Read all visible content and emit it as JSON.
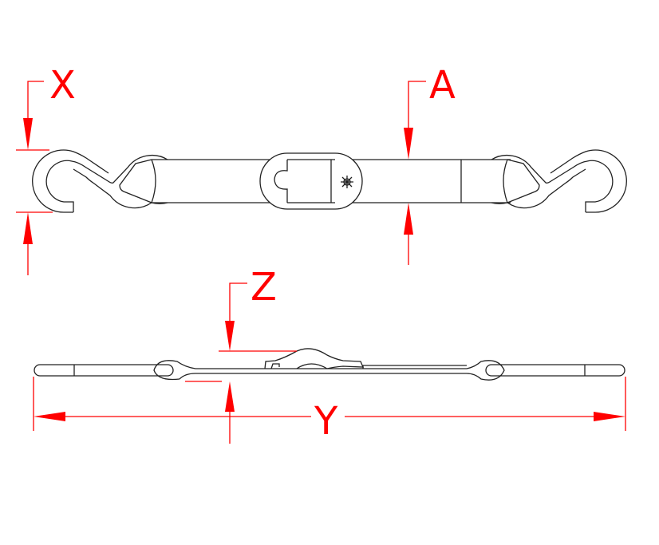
{
  "labels": {
    "x": "X",
    "a": "A",
    "z": "Z",
    "y": "Y"
  },
  "colors": {
    "dimension": "#ff0000",
    "drawing": "#222222"
  }
}
